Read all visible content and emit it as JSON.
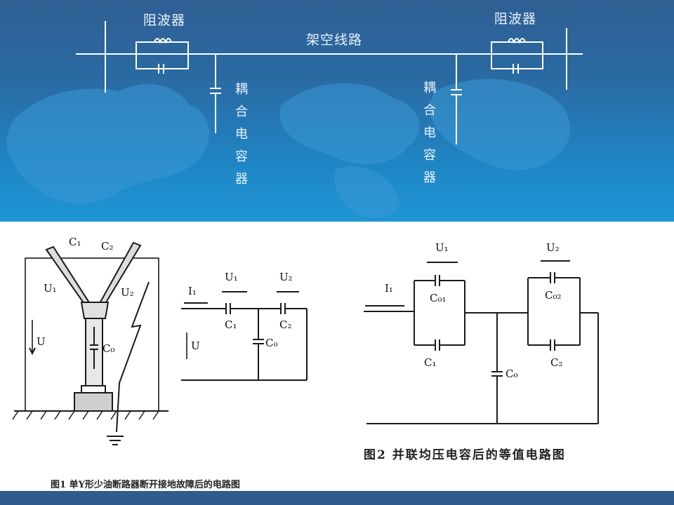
{
  "slide": {
    "top_labels": {
      "wave_trap_left": "阻波器",
      "wave_trap_right": "阻波器",
      "line": "架空线路",
      "coupling_cap_left": "耦合电容器",
      "coupling_cap_right": "耦合电容器"
    },
    "fig1": {
      "caption": "图1 单Y形少油断路器断开接地故障后的电路图",
      "labels": {
        "c1": "C₁",
        "c2": "C₂",
        "u1": "U₁",
        "u2": "U₂",
        "u": "U",
        "c0": "C₀",
        "i1": "I₁",
        "eq_u1": "U₁",
        "eq_u2": "U₂",
        "eq_c1": "C₁",
        "eq_c2": "C₂",
        "eq_u": "U",
        "eq_c0": "C₀"
      }
    },
    "fig2": {
      "caption": "图2 并联均压电容后的等值电路图",
      "labels": {
        "u1": "U₁",
        "u2": "U₂",
        "i1": "I₁",
        "c01": "C₀₁",
        "c02": "C₀₂",
        "c1": "C₁",
        "c2": "C₂",
        "c0": "C₀"
      }
    },
    "colors": {
      "top_bg": "#2a6aa3",
      "bar": "#2e5c8f",
      "line_white": "#ffffff"
    }
  }
}
